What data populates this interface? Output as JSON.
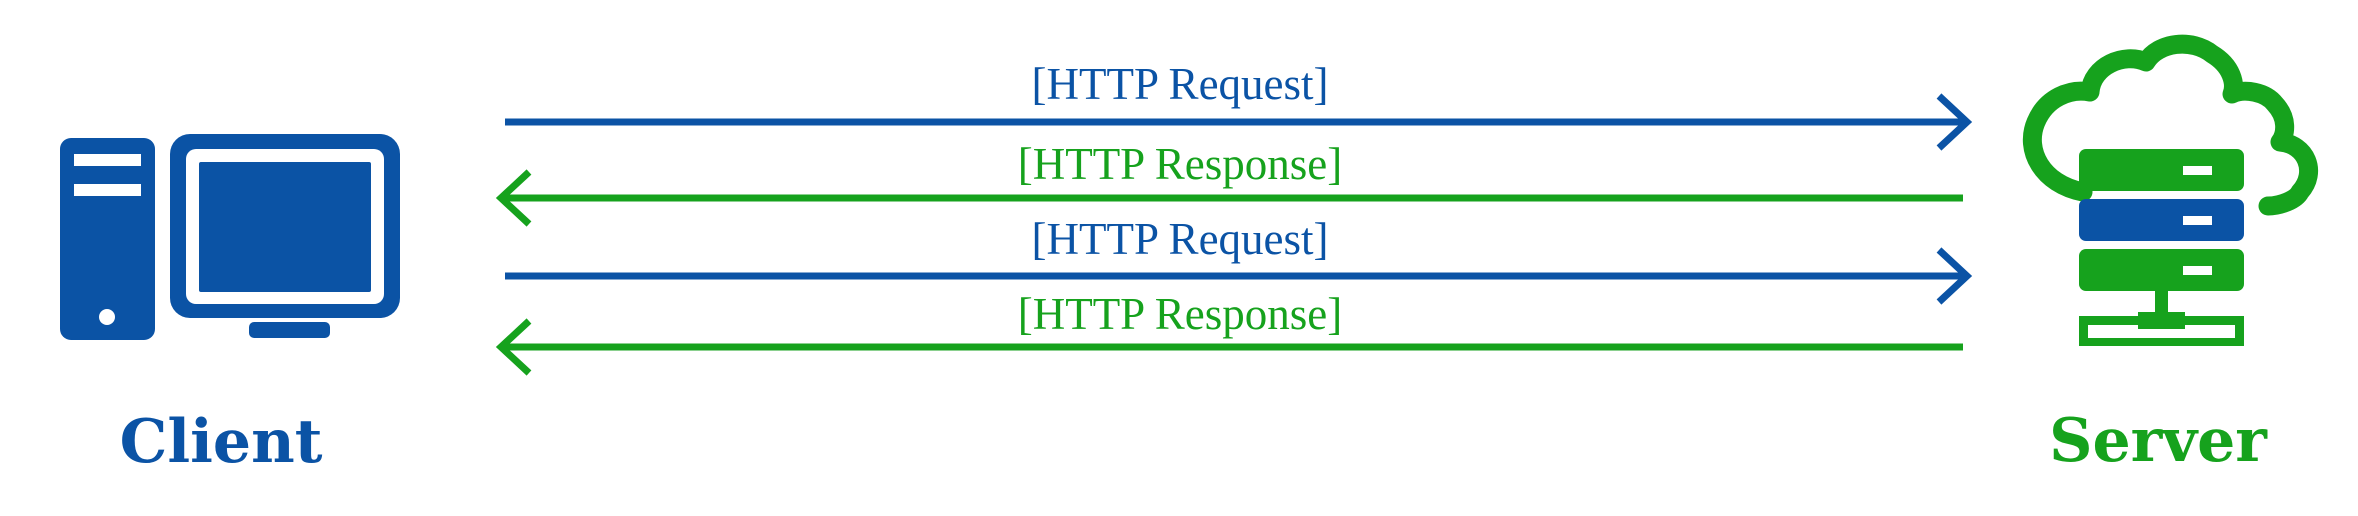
{
  "colors": {
    "request": "#0b53a5",
    "response": "#16a21d",
    "client": "#0b53a5",
    "server": "#16a21d",
    "server_middle_tier": "#0b53a5"
  },
  "client": {
    "label": "Client",
    "icon": "desktop-computer-icon"
  },
  "server": {
    "label": "Server",
    "icon": "cloud-server-icon"
  },
  "messages": [
    {
      "label": "[HTTP Request]",
      "direction": "client-to-server",
      "kind": "request"
    },
    {
      "label": "[HTTP Response]",
      "direction": "server-to-client",
      "kind": "response"
    },
    {
      "label": "[HTTP Request]",
      "direction": "client-to-server",
      "kind": "request"
    },
    {
      "label": "[HTTP Response]",
      "direction": "server-to-client",
      "kind": "response"
    }
  ]
}
